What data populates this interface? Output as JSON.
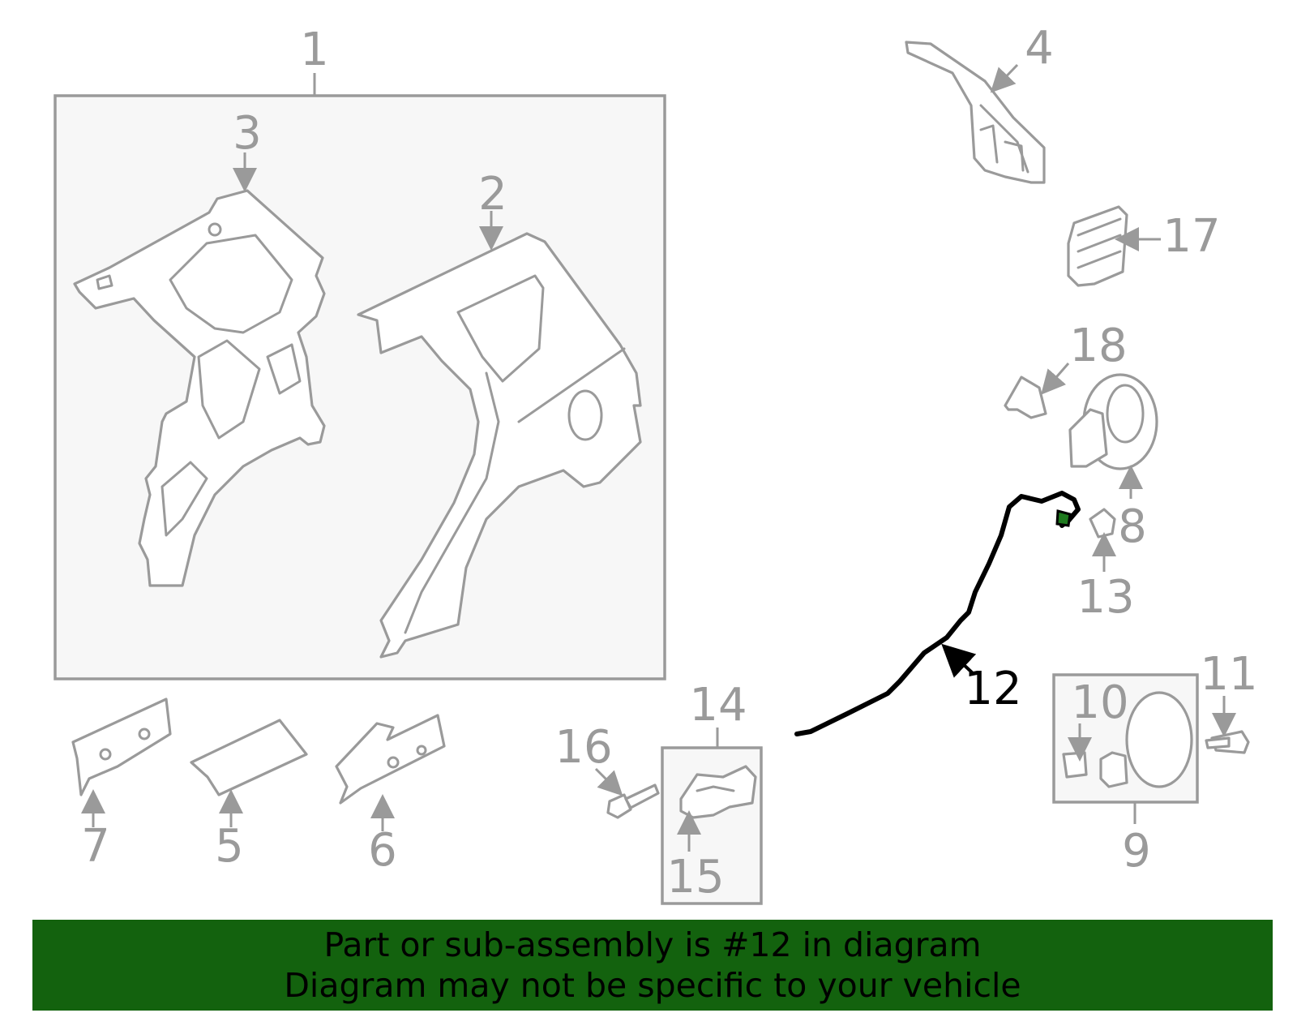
{
  "callouts": {
    "c1": "1",
    "c2": "2",
    "c3": "3",
    "c4": "4",
    "c5": "5",
    "c6": "6",
    "c7": "7",
    "c8": "8",
    "c9": "9",
    "c10": "10",
    "c11": "11",
    "c12": "12",
    "c13": "13",
    "c14": "14",
    "c15": "15",
    "c16": "16",
    "c17": "17",
    "c18": "18"
  },
  "highlighted_part": "12",
  "colors": {
    "banner_bg": "#13620e",
    "line_gray": "#9a9a9a",
    "highlight": "#000000",
    "box_fill": "#f7f7f7"
  },
  "banner": {
    "line1": "Part or sub-assembly is #12 in diagram",
    "line2": "Diagram may not be specific to your vehicle"
  }
}
